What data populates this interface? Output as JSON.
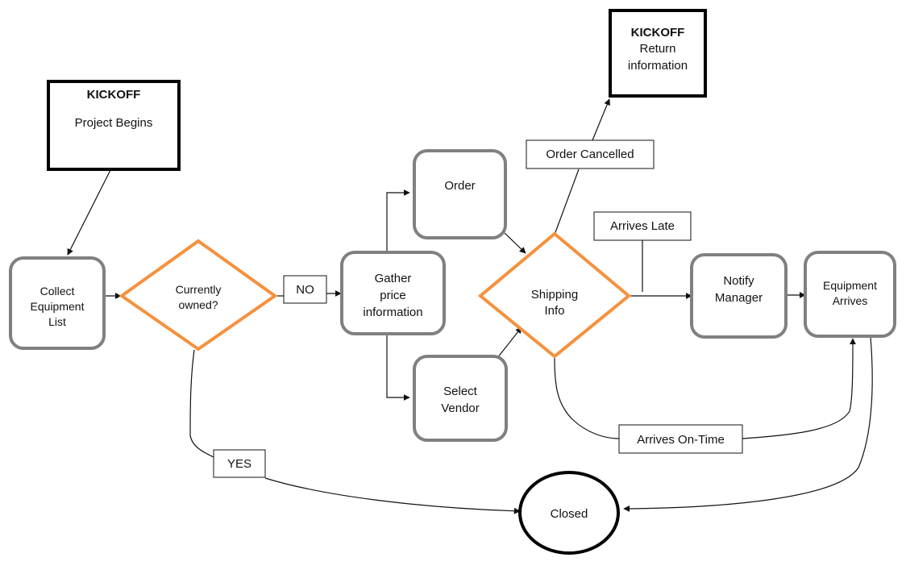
{
  "kickoff_start": {
    "heading": "KICKOFF",
    "text": "Project Begins"
  },
  "kickoff_return": {
    "heading": "KICKOFF",
    "line1": "Return",
    "line2": "information"
  },
  "collect": {
    "line1": "Collect",
    "line2": "Equipment",
    "line3": "List"
  },
  "currently_owned": {
    "line1": "Currently",
    "line2": "owned?"
  },
  "gather": {
    "line1": "Gather",
    "line2": "price",
    "line3": "information"
  },
  "order": {
    "text": "Order"
  },
  "select_vendor": {
    "line1": "Select",
    "line2": "Vendor"
  },
  "shipping": {
    "line1": "Shipping",
    "line2": "Info"
  },
  "notify": {
    "line1": "Notify",
    "line2": "Manager"
  },
  "equipment_arrives": {
    "line1": "Equipment",
    "line2": "Arrives"
  },
  "closed": {
    "text": "Closed"
  },
  "labels": {
    "no": "NO",
    "yes": "YES",
    "order_cancelled": "Order Cancelled",
    "arrives_late": "Arrives Late",
    "arrives_on_time": "Arrives On-Time"
  },
  "colors": {
    "decision_stroke": "#f5913e",
    "process_stroke": "#808080",
    "terminal_stroke": "#000000",
    "line": "#111111"
  }
}
